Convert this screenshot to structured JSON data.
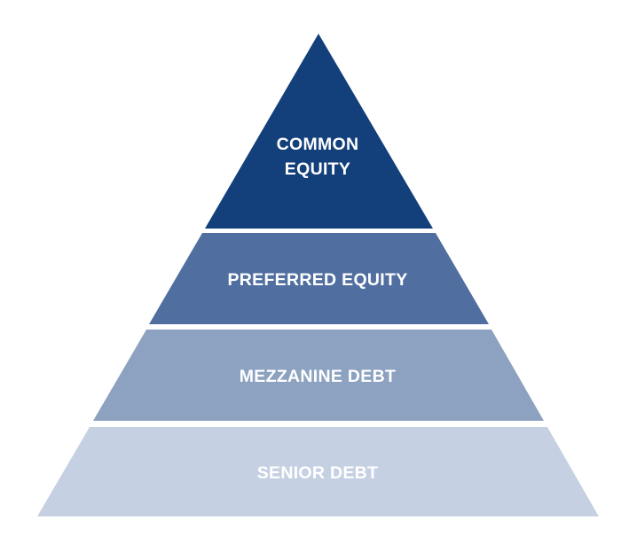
{
  "diagram": {
    "title": "Capital structure pyramid",
    "layers": [
      {
        "label_lines": [
          "COMMON",
          "EQUITY"
        ],
        "color": "#133f7b"
      },
      {
        "label": "PREFERRED EQUITY",
        "color": "#506fa0"
      },
      {
        "label": "MEZZANINE DEBT",
        "color": "#8ca2c0"
      },
      {
        "label": "SENIOR DEBT",
        "color": "#c5d1e2"
      }
    ]
  }
}
